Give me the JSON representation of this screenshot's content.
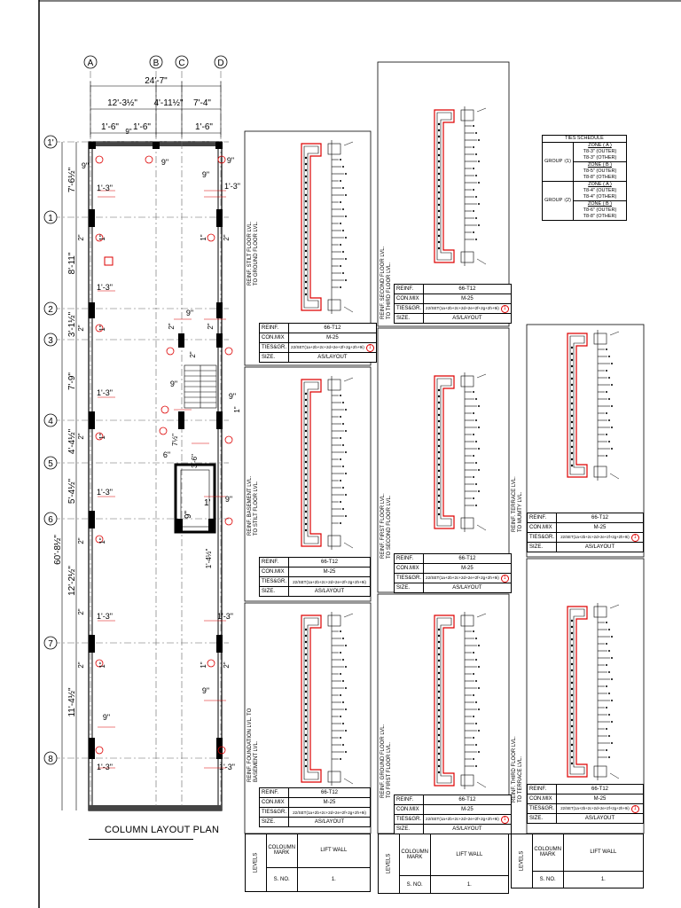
{
  "plan": {
    "title": "COLUMN  LAYOUT PLAN",
    "grid_letters": [
      "A",
      "B",
      "C",
      "D"
    ],
    "grid_numbers": [
      "1'",
      "1",
      "2",
      "3",
      "4",
      "5",
      "6",
      "7",
      "8"
    ],
    "dims_top": {
      "overall": "24'-7\"",
      "ab": "12'-3½\"",
      "bc": "4'-11½\"",
      "cd": "7'-4\""
    },
    "dims_col": {
      "a": "1'-6\"",
      "b": "1'-6\"",
      "d": "1'-6\"",
      "b9": "9\""
    },
    "dims_left": [
      "7'-6½\"",
      "8'-11\"",
      "3'-1½\"",
      "7'-9\"",
      "4'-4½\"",
      "5'-4½\"",
      "12'-2½\"",
      "11'-4½\""
    ],
    "overall_left": "60'-8½\"",
    "stair": {
      "d1": "9\"",
      "d2": "9\"",
      "d3": "7½\"",
      "d4": "3'-6\"",
      "d5": "6\"",
      "d6": "1'-4½\""
    },
    "col_tags": {
      "c1": "1'-3\"",
      "c2": "9\"",
      "c3": "2\"",
      "c4": "1\""
    },
    "lift_dim": "1'",
    "lift_nine": "9\""
  },
  "details": [
    {
      "label_line1": "REINF. STILT FLOOR LVL.",
      "label_line2": "TO GROUND FLOOR LVL.",
      "reinf": "66-T12",
      "conmix": "M-25",
      "ties": "22/SET(1a+2b+2c+2d+2e+2f+2g+2h+9i)",
      "size": "AS/LAYOUT"
    },
    {
      "label_line1": "REINF. BASEMENT LVL.",
      "label_line2": "TO STILT FLOOR LVL.",
      "reinf": "66-T12",
      "conmix": "M-25",
      "ties": "22/SET(1a+2b+2c+2d+2e+2f+2g+2h+9i)",
      "size": "AS/LAYOUT"
    },
    {
      "label_line1": "REINF. FOUNDATION LVL. TO",
      "label_line2": "BASEMENT LVL.",
      "reinf": "66-T12",
      "conmix": "M-25",
      "ties": "22/SET(1a+2b+2c+2d+2e+2f+2g+2h+9i)",
      "size": "AS/LAYOUT"
    },
    {
      "label_line1": "REINF. SECOND FLOOR LVL.",
      "label_line2": "TO THIRD FLOOR LVL.",
      "reinf": "66-T12",
      "conmix": "M-25",
      "ties": "22/SET(1a+2b+2c+2d+2e+2f+2g+2h+9i)",
      "size": "AS/LAYOUT"
    },
    {
      "label_line1": "REINF. FIRST FLOOR LVL.",
      "label_line2": "TO SECOND FLOOR LVL.",
      "reinf": "66-T12",
      "conmix": "M-25",
      "ties": "22/SET(1a+2b+2c+2d+2e+2f+2g+2h+9i)",
      "size": "AS/LAYOUT"
    },
    {
      "label_line1": "REINF. GROUND  FLOOR LVL.",
      "label_line2": "TO FIRST FLOOR LVL.",
      "reinf": "66-T12",
      "conmix": "M-25",
      "ties": "22/SET(1a+2b+2c+2d+2e+2f+2g+2h+9i)",
      "size": "AS/LAYOUT"
    },
    {
      "label_line1": "REINF. TERRACE LVL.",
      "label_line2": "TO MUMTY LVL.",
      "reinf": "66-T12",
      "conmix": "M-25",
      "ties": "22/SET(1a+2b+2c+2d+2e+2f+2g+2h+9i)",
      "size": "AS/LAYOUT"
    },
    {
      "label_line1": "REINF. THIRD FLOOR LVL.",
      "label_line2": "TO TERRACE LVL.",
      "reinf": "66-T12",
      "conmix": "M-25",
      "ties": "22/SET(1a+2b+2c+2d+2e+2f+2g+2h+9i)",
      "size": "AS/LAYOUT"
    }
  ],
  "row_labels": {
    "reinf": "REINF.",
    "conmix": "CON.MIX",
    "ties": "TIES&GR.",
    "size": "SIZE."
  },
  "ties_mark": "1",
  "ties_schedule": {
    "title": "TIES  SCHEDULE",
    "groups": [
      {
        "name": "GROUP :(1)",
        "zones": [
          {
            "zone": "ZONE ( A )",
            "lines": [
              "T8-3\" (OUTER)",
              "T8-3\" (OTHER)"
            ]
          },
          {
            "zone": "ZONE ( B )",
            "lines": [
              "T8-5\" (OUTER)",
              "T8-8\" (OTHER)"
            ]
          }
        ]
      },
      {
        "name": "GROUP :(2)",
        "zones": [
          {
            "zone": "ZONE ( A )",
            "lines": [
              "T8-4\" (OUTER)",
              "T8-4\" (OTHER)"
            ]
          },
          {
            "zone": "ZONE ( B )",
            "lines": [
              "T8-6\" (OUTER)",
              "T8-8\" (OTHER)"
            ]
          }
        ]
      }
    ]
  },
  "bottom": {
    "levels": "LEVELS",
    "col_mark": "COLOUMN MARK",
    "lift_wall": "LIFT WALL",
    "sno_label": "S. NO.",
    "sno_val": "1."
  }
}
